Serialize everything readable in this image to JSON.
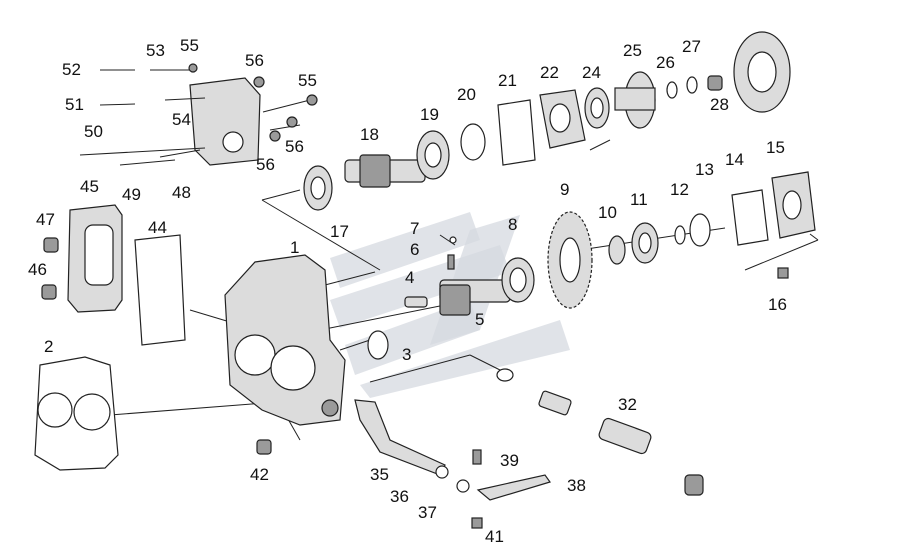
{
  "diagram": {
    "callouts": [
      {
        "id": "1",
        "label": "1"
      },
      {
        "id": "2",
        "label": "2"
      },
      {
        "id": "3",
        "label": "3"
      },
      {
        "id": "4",
        "label": "4"
      },
      {
        "id": "5",
        "label": "5"
      },
      {
        "id": "6",
        "label": "6"
      },
      {
        "id": "7",
        "label": "7"
      },
      {
        "id": "8",
        "label": "8"
      },
      {
        "id": "9",
        "label": "9"
      },
      {
        "id": "10",
        "label": "10"
      },
      {
        "id": "11",
        "label": "11"
      },
      {
        "id": "12",
        "label": "12"
      },
      {
        "id": "13",
        "label": "13"
      },
      {
        "id": "14",
        "label": "14"
      },
      {
        "id": "15",
        "label": "15"
      },
      {
        "id": "16",
        "label": "16"
      },
      {
        "id": "17",
        "label": "17"
      },
      {
        "id": "18",
        "label": "18"
      },
      {
        "id": "19",
        "label": "19"
      },
      {
        "id": "20",
        "label": "20"
      },
      {
        "id": "21",
        "label": "21"
      },
      {
        "id": "22",
        "label": "22"
      },
      {
        "id": "24",
        "label": "24"
      },
      {
        "id": "25",
        "label": "25"
      },
      {
        "id": "26",
        "label": "26"
      },
      {
        "id": "27",
        "label": "27"
      },
      {
        "id": "28",
        "label": "28"
      },
      {
        "id": "32",
        "label": "32"
      },
      {
        "id": "35",
        "label": "35"
      },
      {
        "id": "36",
        "label": "36"
      },
      {
        "id": "37",
        "label": "37"
      },
      {
        "id": "38",
        "label": "38"
      },
      {
        "id": "39",
        "label": "39"
      },
      {
        "id": "41",
        "label": "41"
      },
      {
        "id": "42",
        "label": "42"
      },
      {
        "id": "44",
        "label": "44"
      },
      {
        "id": "45",
        "label": "45"
      },
      {
        "id": "46",
        "label": "46"
      },
      {
        "id": "47",
        "label": "47"
      },
      {
        "id": "48",
        "label": "48"
      },
      {
        "id": "49",
        "label": "49"
      },
      {
        "id": "50",
        "label": "50"
      },
      {
        "id": "51",
        "label": "51"
      },
      {
        "id": "52",
        "label": "52"
      },
      {
        "id": "53",
        "label": "53"
      },
      {
        "id": "54",
        "label": "54"
      },
      {
        "id": "55a",
        "label": "55"
      },
      {
        "id": "55b",
        "label": "55"
      },
      {
        "id": "56a",
        "label": "56"
      },
      {
        "id": "56b",
        "label": "56"
      },
      {
        "id": "56c",
        "label": "56"
      }
    ],
    "colors": {
      "part_fill": "#dcdcdc",
      "part_dark": "#9a9a9a",
      "outline": "#222222",
      "watermark": "#d5d9e0"
    }
  }
}
